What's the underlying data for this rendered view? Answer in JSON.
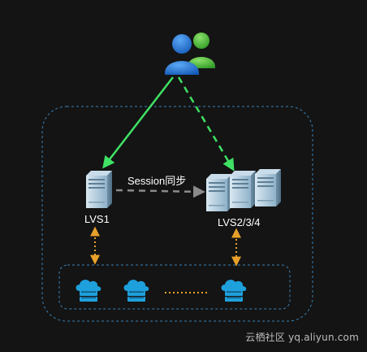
{
  "labels": {
    "session_sync": "Session同步",
    "lvs1": "LVS1",
    "lvs_group": "LVS2/3/4"
  },
  "watermark": "云栖社区 yq.aliyun.com",
  "icons": {
    "users": "users-icon",
    "server": "server-icon",
    "cloud_storage": "cloud-storage-icon"
  },
  "colors": {
    "background": "#141414",
    "outer_border": "#3a82b8",
    "arrow_active": "#3fe264",
    "arrow_sync": "#8a8a8a",
    "link_orange": "#e7a12a",
    "user_blue": "#1e6fd0",
    "user_green": "#42b832",
    "server_fill": "#a9c5d8",
    "cloud_blue": "#1ea0dc"
  }
}
